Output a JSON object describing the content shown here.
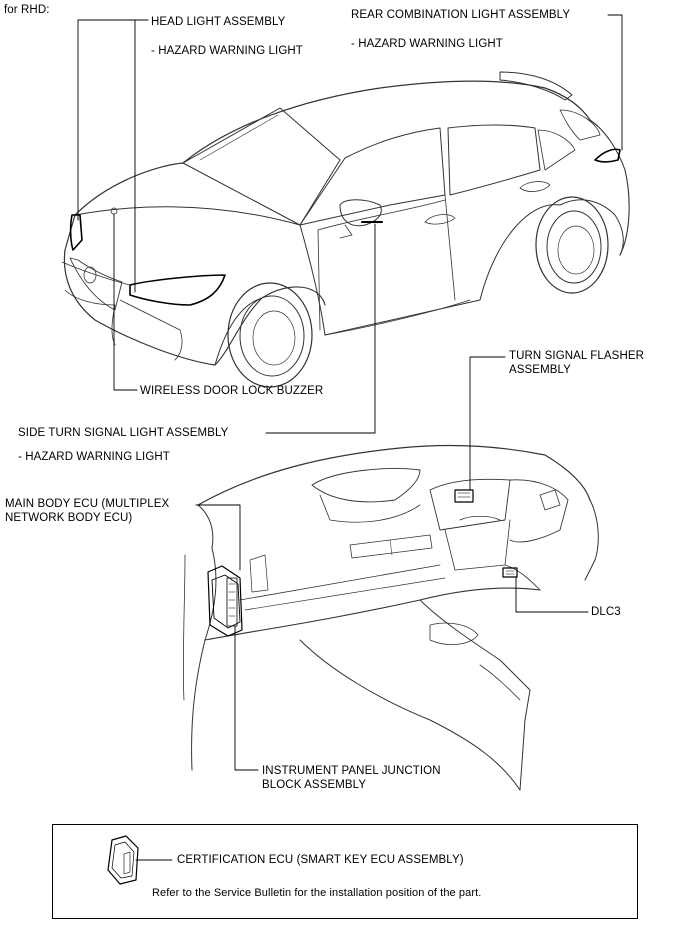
{
  "variant": "for RHD:",
  "labels": {
    "head_light": "HEAD LIGHT ASSEMBLY",
    "head_light_sub": "- HAZARD WARNING LIGHT",
    "rear_combination": "REAR COMBINATION LIGHT ASSEMBLY",
    "rear_combination_sub": "- HAZARD WARNING LIGHT",
    "wireless_buzzer": "WIRELESS DOOR LOCK BUZZER",
    "side_turn": "SIDE TURN SIGNAL LIGHT ASSEMBLY",
    "side_turn_sub": "- HAZARD WARNING LIGHT",
    "flasher_line1": "TURN SIGNAL FLASHER",
    "flasher_line2": "ASSEMBLY",
    "main_ecu_line1": "MAIN BODY ECU (MULTIPLEX",
    "main_ecu_line2": "NETWORK BODY ECU)",
    "dlc3": "DLC3",
    "junction_line1": "INSTRUMENT PANEL JUNCTION",
    "junction_line2": "BLOCK ASSEMBLY"
  },
  "note": {
    "part": "CERTIFICATION ECU (SMART KEY ECU ASSEMBLY)",
    "text": "Refer to the Service Bulletin for the installation position of the part."
  }
}
